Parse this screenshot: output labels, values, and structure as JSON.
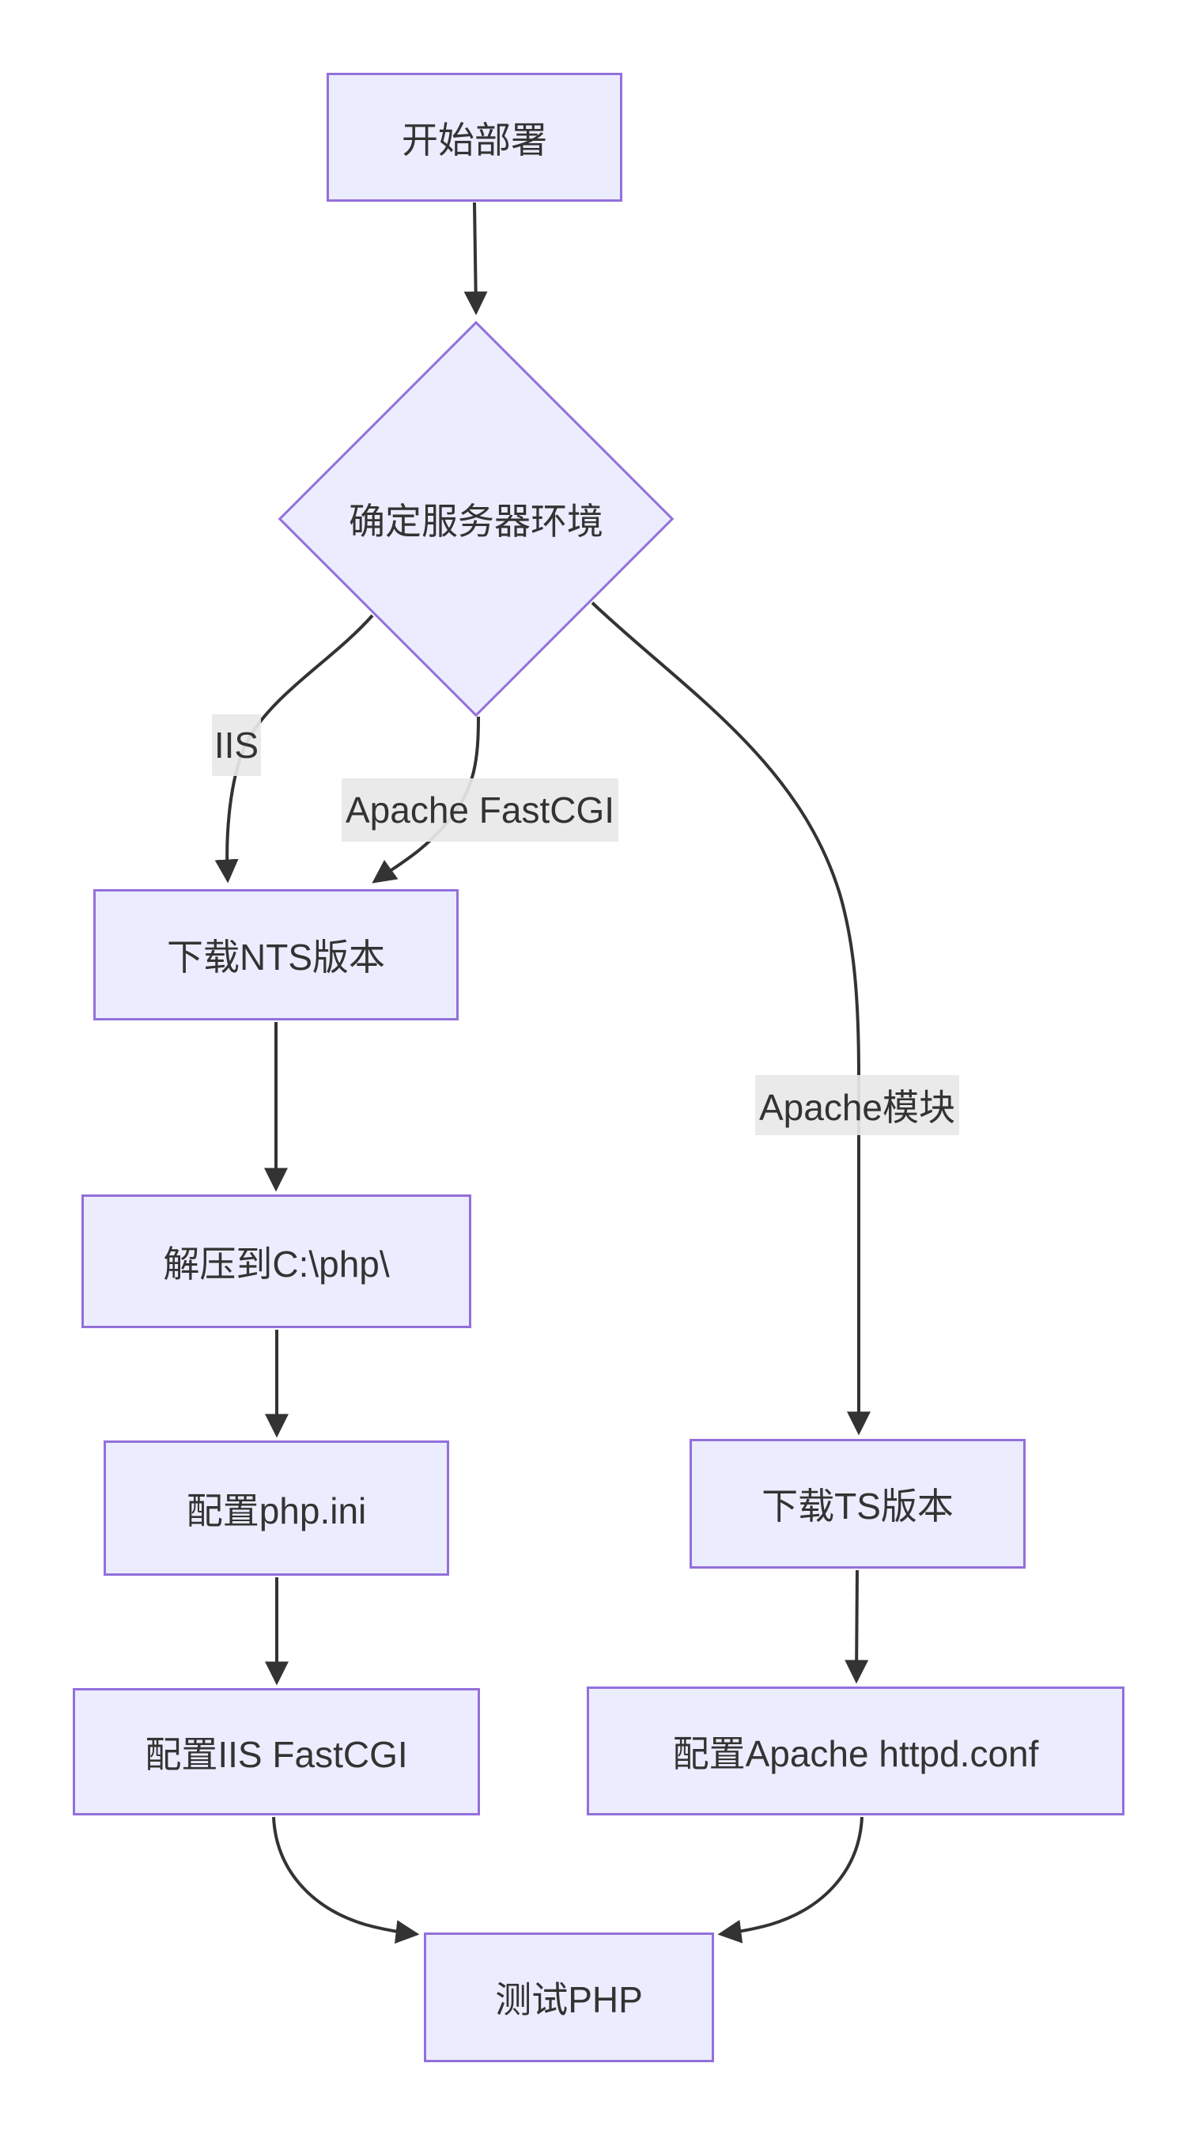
{
  "diagram": {
    "type": "flowchart",
    "direction": "top-down"
  },
  "nodes": {
    "start": {
      "label": "开始部署",
      "shape": "rect"
    },
    "decision": {
      "label": "确定服务器环境",
      "shape": "diamond"
    },
    "nts": {
      "label": "下载NTS版本",
      "shape": "rect"
    },
    "extract": {
      "label": "解压到C:\\php\\",
      "shape": "rect"
    },
    "phpini": {
      "label": "配置php.ini",
      "shape": "rect"
    },
    "iiscgi": {
      "label": "配置IIS FastCGI",
      "shape": "rect"
    },
    "ts": {
      "label": "下载TS版本",
      "shape": "rect"
    },
    "httpd": {
      "label": "配置Apache httpd.conf",
      "shape": "rect"
    },
    "test": {
      "label": "测试PHP",
      "shape": "rect"
    }
  },
  "edge_labels": {
    "iis": "IIS",
    "apache_fastcgi": "Apache FastCGI",
    "apache_module": "Apache模块"
  },
  "edges": [
    {
      "from": "start",
      "to": "decision",
      "label": ""
    },
    {
      "from": "decision",
      "to": "nts",
      "label": "IIS"
    },
    {
      "from": "decision",
      "to": "nts",
      "label": "Apache FastCGI"
    },
    {
      "from": "decision",
      "to": "ts",
      "label": "Apache模块"
    },
    {
      "from": "nts",
      "to": "extract",
      "label": ""
    },
    {
      "from": "extract",
      "to": "phpini",
      "label": ""
    },
    {
      "from": "phpini",
      "to": "iiscgi",
      "label": ""
    },
    {
      "from": "ts",
      "to": "httpd",
      "label": ""
    },
    {
      "from": "iiscgi",
      "to": "test",
      "label": ""
    },
    {
      "from": "httpd",
      "to": "test",
      "label": ""
    }
  ],
  "colors": {
    "node_fill": "#ECECFF",
    "node_border": "#9370DB",
    "edge_stroke": "#333333",
    "edge_label_bg": "#e8e8e8",
    "text": "#333333",
    "background": "#ffffff"
  }
}
